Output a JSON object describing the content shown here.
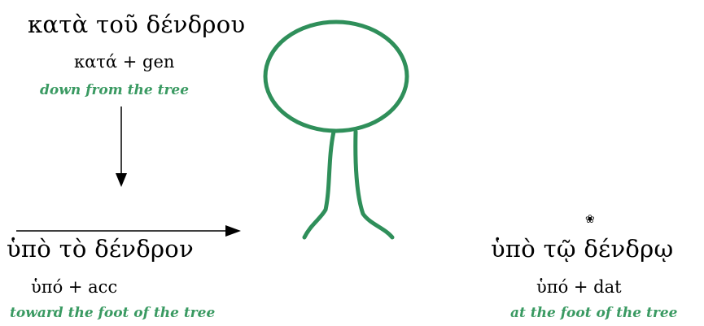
{
  "colors": {
    "tree": "#2f8f5a",
    "gloss": "#3a9a62",
    "arrow": "#000000"
  },
  "top_left": {
    "phrase": "κατὰ τοῦ δένδρου",
    "grammar": "κατά + gen",
    "gloss": "down from the tree"
  },
  "bottom_left": {
    "phrase": "ὑπὸ τὸ δένδρον",
    "grammar": "ὑπό + acc",
    "gloss": "toward the foot of the tree"
  },
  "bottom_right": {
    "phrase": "ὑπὸ τῷ δένδρῳ",
    "grammar": "ὑπό + dat",
    "gloss": "at the foot of the tree",
    "icon": "bug-icon"
  }
}
